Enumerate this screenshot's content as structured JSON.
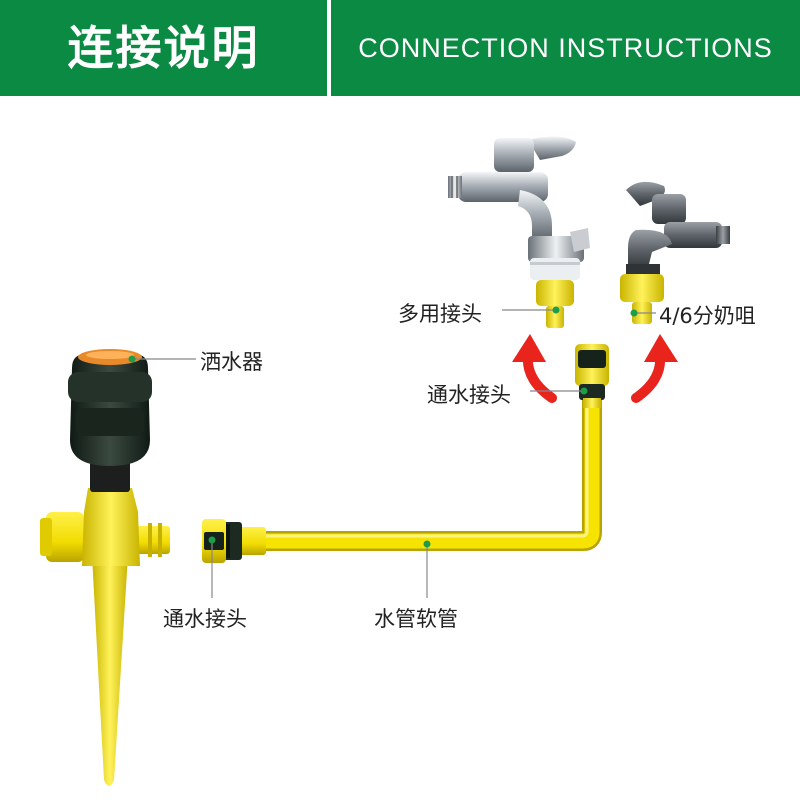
{
  "header": {
    "title_cn": "连接说明",
    "title_en": "CONNECTION INSTRUCTIONS"
  },
  "labels": {
    "sprinkler": "洒水器",
    "universal_connector": "多用接头",
    "faucet_46": "4/6分奶咀",
    "water_connector_top": "通水接头",
    "water_connector_bottom": "通水接头",
    "hose": "水管软管"
  },
  "colors": {
    "header_green": "#0b8a44",
    "connector_yellow": "#f2e100",
    "arrow_red": "#e8241c",
    "leader_green": "#1e9c4a"
  }
}
